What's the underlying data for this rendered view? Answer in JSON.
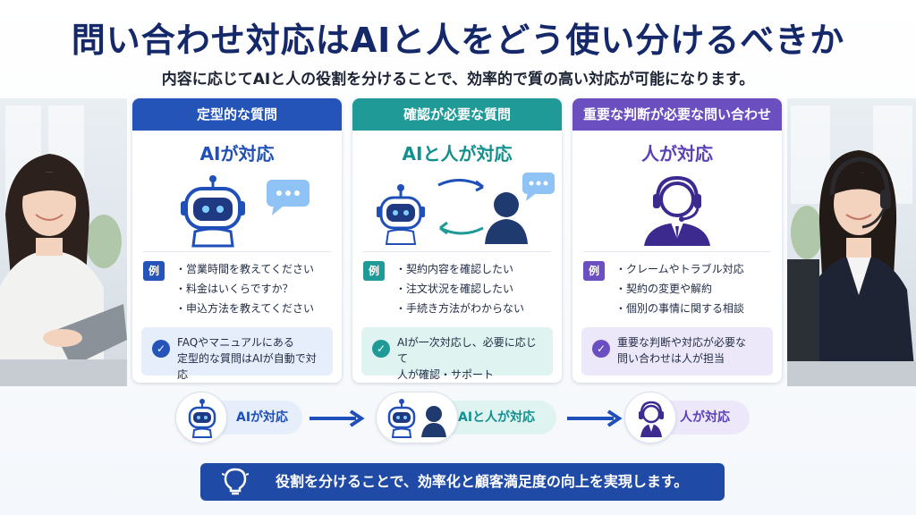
{
  "title": "問い合わせ対応はAIと人をどう使い分けるべきか",
  "subtitle": "内容に応じてAIと人の役割を分けることで、効率的で質の高い対応が可能になります。",
  "colors": {
    "ai": "#2454b8",
    "ai_human": "#1f9a97",
    "human": "#6b4fc0",
    "banner": "#1f4aa5"
  },
  "cards": [
    {
      "header": "定型的な質問",
      "who": "AIが対応",
      "icon": "robot-with-chat-bubble-icon",
      "example_tag": "例",
      "examples": [
        "・営業時間を教えてください",
        "・料金はいくらですか？",
        "・申込方法を教えてください"
      ],
      "note_line1": "FAQやマニュアルにある",
      "note_line2": "定型的な質問はAIが自動で対応"
    },
    {
      "header": "確認が必要な質問",
      "who": "AIと人が対応",
      "icon": "robot-and-person-exchange-icon",
      "example_tag": "例",
      "examples": [
        "・契約内容を確認したい",
        "・注文状況を確認したい",
        "・手続き方法がわからない"
      ],
      "note_line1": "AIが一次対応し、必要に応じて",
      "note_line2": "人が確認・サポート"
    },
    {
      "header": "重要な判断が必要な問い合わせ",
      "who": "人が対応",
      "icon": "operator-with-headset-icon",
      "example_tag": "例",
      "examples": [
        "・クレームやトラブル対応",
        "・契約の変更や解約",
        "・個別の事情に関する相談"
      ],
      "note_line1": "重要な判断や対応が必要な",
      "note_line2": "問い合わせは人が担当"
    }
  ],
  "flow": {
    "step1": "AIが対応",
    "step2": "AIと人が対応",
    "step3": "人が対応"
  },
  "banner": "役割を分けることで、効率化と顧客満足度の向上を実現します。"
}
